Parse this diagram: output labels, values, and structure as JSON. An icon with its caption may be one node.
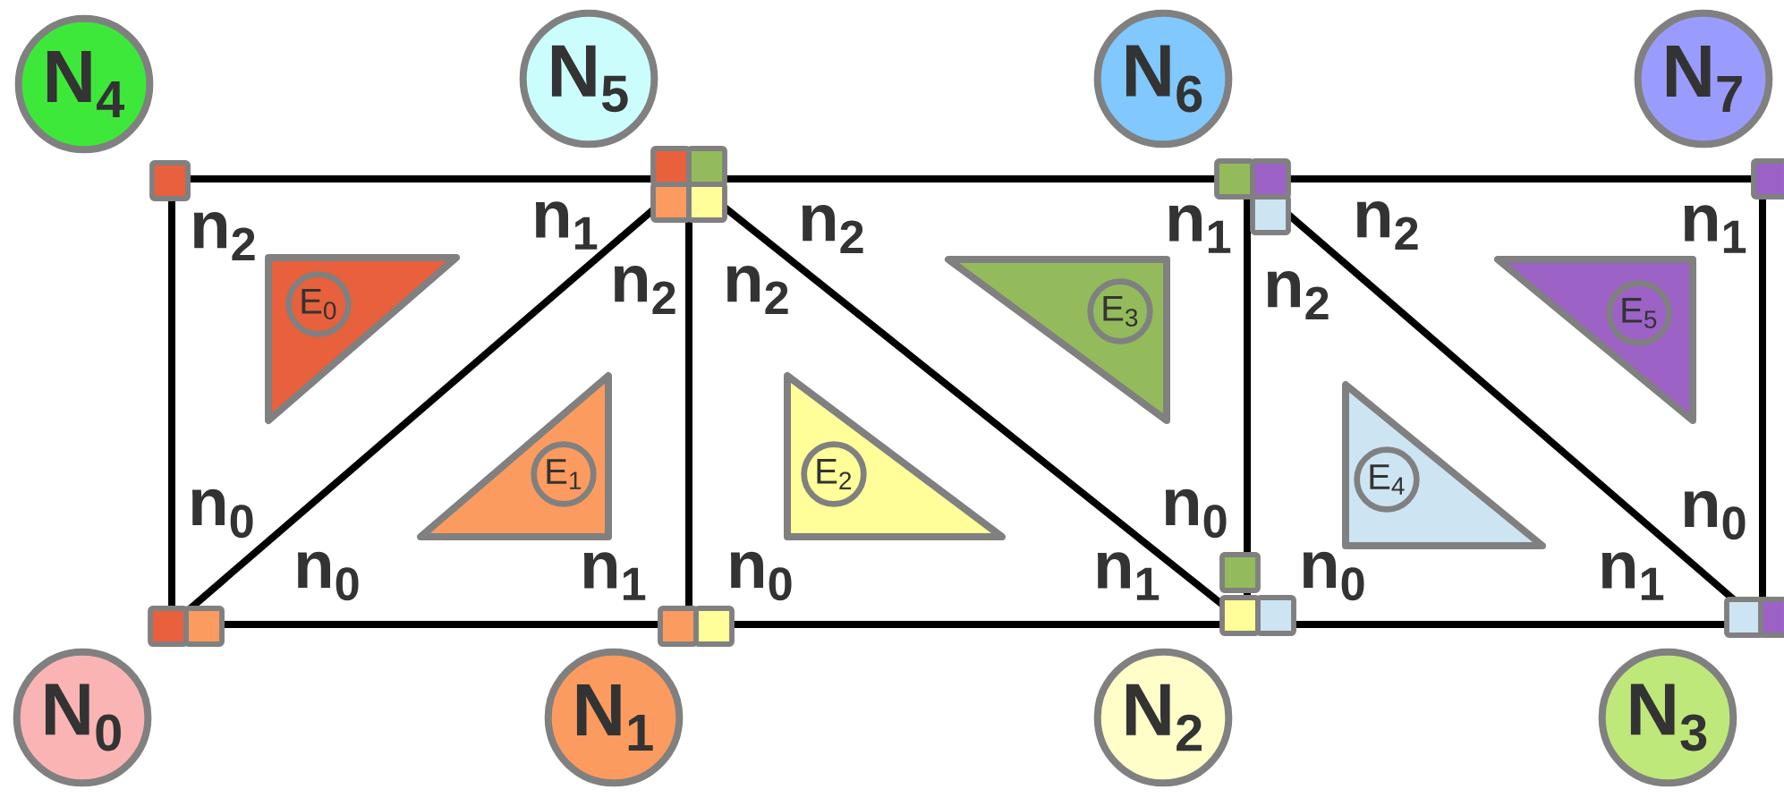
{
  "diagram": {
    "nodes": [
      {
        "text": [
          "N$_{4}$"
        ]
      },
      {
        "text": [
          "N$_{5}$"
        ]
      },
      {
        "text": [
          "N$_{6}$"
        ]
      },
      {
        "text": [
          "N$_{7}$"
        ]
      },
      {
        "text": [
          "E$_{0}$"
        ]
      },
      {
        "text": [
          "E$_{3}$"
        ]
      },
      {
        "text": [
          "E$_{5}$"
        ]
      },
      {
        "text": [
          "E$_{1}$"
        ]
      },
      {
        "text": [
          "E$_{2}$"
        ]
      },
      {
        "text": [
          "E$_{4}$"
        ]
      },
      {
        "text": [
          "N$_{0}$"
        ]
      },
      {
        "text": [
          "N$_{1}$"
        ]
      },
      {
        "text": [
          "N$_{2}$"
        ]
      },
      {
        "text": [
          "N$_{3}$"
        ]
      }
    ],
    "labels": [
      "n$_{2}$",
      "n$_{1}$",
      "n$_{2}$",
      "n$_{1}$",
      "n$_{2}$",
      "n$_{1}$",
      "n$_{2}$",
      "n$_{2}$",
      "n$_{2}$",
      "n$_{0}$",
      "n$_{0}$",
      "n$_{0}$",
      "n$_{0}$",
      "n$_{1}$",
      "n$_{0}$",
      "n$_{1}$",
      "n$_{0}$",
      "n$_{1}$"
    ]
  }
}
